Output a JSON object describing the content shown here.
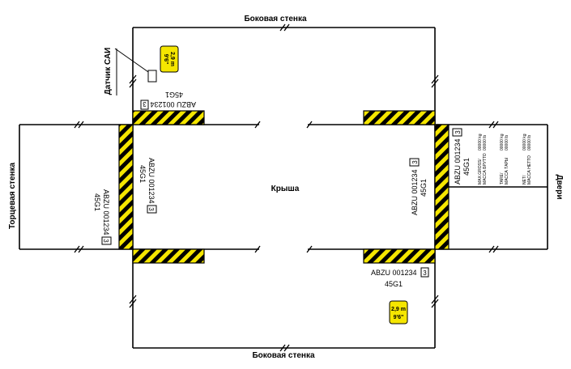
{
  "labels": {
    "side_wall_top": "Боковая стенка",
    "side_wall_bottom": "Боковая стенка",
    "end_wall": "Торцевая стенка",
    "roof": "Крыша",
    "doors": "Двери",
    "sensor": "Датчик САИ"
  },
  "marking": {
    "code": "ABZU 001234",
    "check_digit": "3",
    "type": "45G1"
  },
  "height_badge": {
    "line1": "2,9 m",
    "line2": "9'6\""
  },
  "door_plate": {
    "col1": [
      "MAX.GROSS/",
      "МАССА БРУТТО"
    ],
    "col1_val": [
      "00000 kg",
      "00000 lb"
    ],
    "col2": [
      "TARE/",
      "МАССА ТАРЫ"
    ],
    "col2_val": [
      "00000 kg",
      "00000 lb"
    ],
    "col3": [
      "NET/",
      "МАССА НЕТТО"
    ],
    "col3_val": [
      "00000 kg",
      "00000 lb"
    ]
  },
  "colors": {
    "stripe_yellow": "#f5e600",
    "stripe_black": "#000000",
    "badge_yellow": "#f5e600",
    "line": "#000000"
  }
}
